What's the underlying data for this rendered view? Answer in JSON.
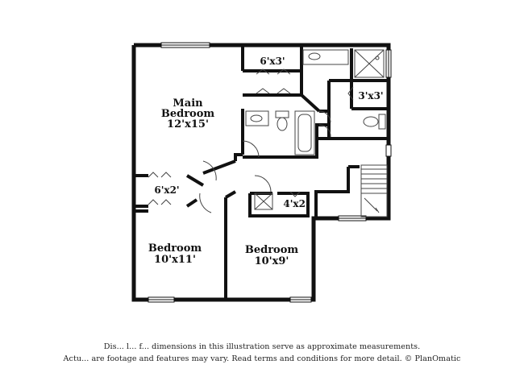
{
  "floorplan": {
    "rooms": [
      {
        "id": "main-bedroom",
        "name": "Main\nBedroom",
        "size": "12'x15'"
      },
      {
        "id": "bedroom-1",
        "name": "Bedroom",
        "size": "10'x11'"
      },
      {
        "id": "bedroom-2",
        "name": "Bedroom",
        "size": "10'x9'"
      }
    ],
    "closets": [
      {
        "id": "closet-top",
        "size": "6'x3'"
      },
      {
        "id": "closet-right",
        "size": "3'x3'"
      },
      {
        "id": "closet-left",
        "size": "6'x2'"
      },
      {
        "id": "closet-hall",
        "size": "4'x2'"
      }
    ],
    "colors": {
      "wall": "#111111",
      "window": "#ffffff",
      "fixture": "#444444"
    }
  },
  "disclaimer": {
    "line1": "Dis... l... f... dimensions in this illustration serve as approximate measurements.",
    "line2": "Actu... are footage and features may vary. Read terms and conditions for more detail. © PlanOmatic"
  }
}
